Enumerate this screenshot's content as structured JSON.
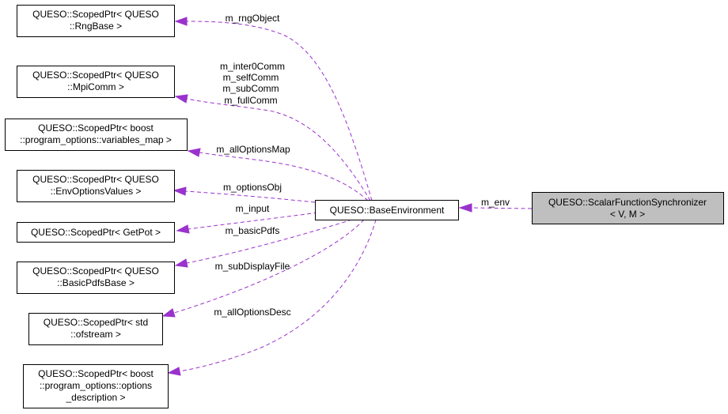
{
  "nodes": {
    "focus": {
      "lines": [
        "QUESO::ScalarFunctionSynchronizer",
        "< V, M >"
      ]
    },
    "base_environment": {
      "lines": [
        "QUESO::BaseEnvironment"
      ]
    },
    "rng": {
      "lines": [
        "QUESO::ScopedPtr< QUESO",
        "::RngBase >"
      ]
    },
    "mpicomm": {
      "lines": [
        "QUESO::ScopedPtr< QUESO",
        "::MpiComm >"
      ]
    },
    "varmap": {
      "lines": [
        "QUESO::ScopedPtr< boost",
        "::program_options::variables_map >"
      ]
    },
    "envopts": {
      "lines": [
        "QUESO::ScopedPtr< QUESO",
        "::EnvOptionsValues >"
      ]
    },
    "getpot": {
      "lines": [
        "QUESO::ScopedPtr< GetPot >"
      ]
    },
    "basicpdfs": {
      "lines": [
        "QUESO::ScopedPtr< QUESO",
        "::BasicPdfsBase >"
      ]
    },
    "ofstream": {
      "lines": [
        "QUESO::ScopedPtr< std",
        "::ofstream >"
      ]
    },
    "optdesc": {
      "lines": [
        "QUESO::ScopedPtr< boost",
        "::program_options::options",
        "_description >"
      ]
    }
  },
  "edges": {
    "env": {
      "labels": [
        "m_env"
      ]
    },
    "rng": {
      "labels": [
        "m_rngObject"
      ]
    },
    "mpicomm": {
      "labels": [
        "m_inter0Comm",
        "m_selfComm",
        "m_subComm",
        "m_fullComm"
      ]
    },
    "varmap": {
      "labels": [
        "m_allOptionsMap"
      ]
    },
    "envopts": {
      "labels": [
        "m_optionsObj"
      ]
    },
    "getpot": {
      "labels": [
        "m_input"
      ]
    },
    "basicpdfs": {
      "labels": [
        "m_basicPdfs"
      ]
    },
    "ofstream": {
      "labels": [
        "m_subDisplayFile"
      ]
    },
    "optdesc": {
      "labels": [
        "m_allOptionsDesc"
      ]
    }
  },
  "colors": {
    "edge": "#9a32cd",
    "focus_fill": "#bfbfbf",
    "node_fill": "#ffffff",
    "node_border": "#000000"
  }
}
